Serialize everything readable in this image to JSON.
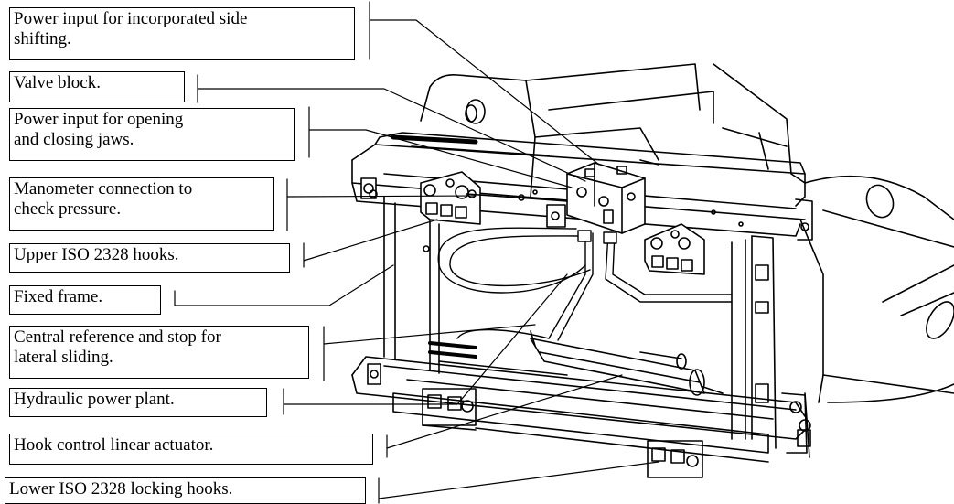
{
  "labels": [
    {
      "id": "side-shift-power-input",
      "lines": [
        "Power input for incorporated side",
        "shifting."
      ]
    },
    {
      "id": "valve-block",
      "lines": [
        "Valve block."
      ]
    },
    {
      "id": "jaws-power-input",
      "lines": [
        "Power input for opening",
        "and closing jaws."
      ]
    },
    {
      "id": "manometer-connection",
      "lines": [
        "Manometer connection to",
        "check pressure."
      ]
    },
    {
      "id": "upper-hooks",
      "lines": [
        "Upper ISO 2328 hooks."
      ]
    },
    {
      "id": "fixed-frame",
      "lines": [
        "Fixed frame."
      ]
    },
    {
      "id": "central-reference",
      "lines": [
        "Central reference and stop for",
        "lateral sliding."
      ]
    },
    {
      "id": "hydraulic-power-plant",
      "lines": [
        "Hydraulic power plant."
      ]
    },
    {
      "id": "hook-actuator",
      "lines": [
        "Hook control linear actuator."
      ]
    },
    {
      "id": "lower-hooks",
      "lines": [
        "Lower ISO 2328 locking hooks."
      ]
    }
  ],
  "colors": {
    "line": "#000000",
    "fill": "#ffffff"
  }
}
